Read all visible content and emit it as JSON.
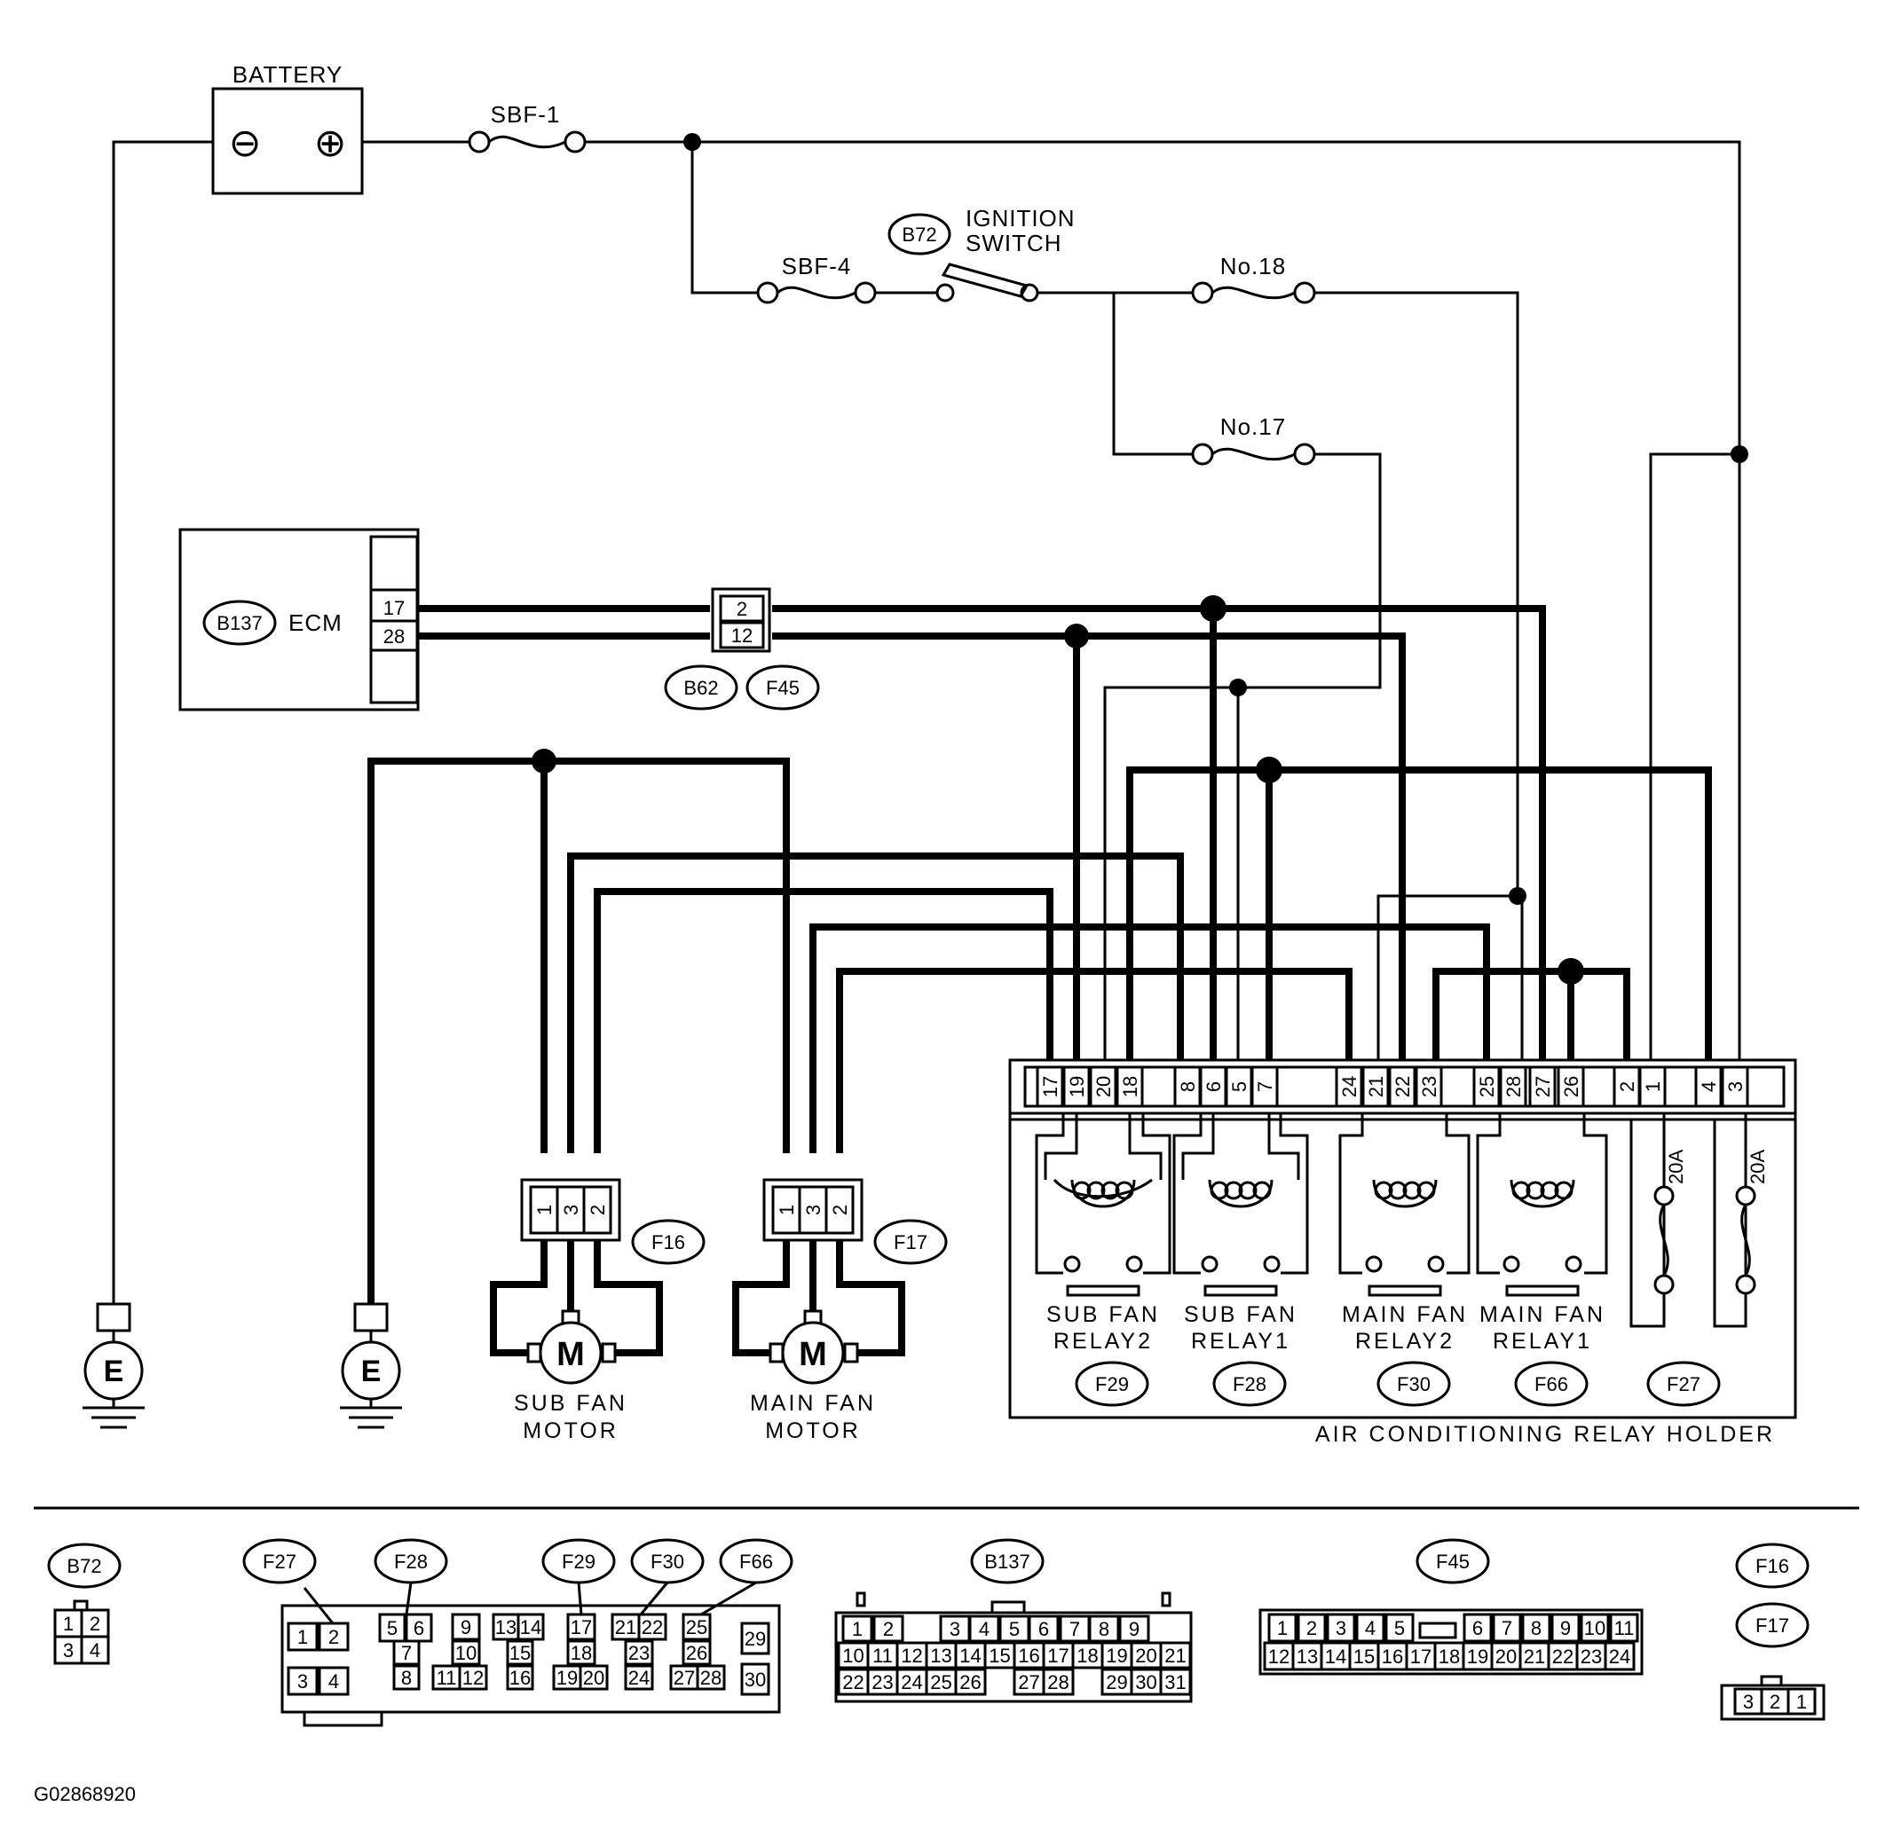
{
  "battery": {
    "label": "BATTERY",
    "neg": "⊖",
    "pos": "⊕"
  },
  "fuses": {
    "sbf1": "SBF-1",
    "sbf4": "SBF-4",
    "no18": "No.18",
    "no17": "No.17",
    "f20a_1": "20A",
    "f20a_2": "20A"
  },
  "ignition": {
    "conn": "B72",
    "line1": "IGNITION",
    "line2": "SWITCH"
  },
  "ecm": {
    "conn": "B137",
    "label": "ECM",
    "pins": [
      "17",
      "28"
    ]
  },
  "joint": {
    "pins": [
      "2",
      "12"
    ],
    "conns": [
      "B62",
      "F45"
    ]
  },
  "ground": {
    "label": "E"
  },
  "motors": [
    {
      "conn": "F16",
      "pins": [
        "1",
        "3",
        "2"
      ],
      "symbol": "M",
      "line1": "SUB  FAN",
      "line2": "MOTOR"
    },
    {
      "conn": "F17",
      "pins": [
        "1",
        "3",
        "2"
      ],
      "symbol": "M",
      "line1": "MAIN  FAN",
      "line2": "MOTOR"
    }
  ],
  "relay_holder": {
    "title": "AIR  CONDITIONING  RELAY  HOLDER",
    "pins": [
      "17",
      "19",
      "20",
      "18",
      "8",
      "6",
      "5",
      "7",
      "24",
      "21",
      "22",
      "23",
      "25",
      "28",
      "27",
      "26",
      "2",
      "1",
      "4",
      "3"
    ],
    "relays": [
      {
        "line1": "SUB  FAN",
        "line2": "RELAY2",
        "conn": "F29"
      },
      {
        "line1": "SUB  FAN",
        "line2": "RELAY1",
        "conn": "F28"
      },
      {
        "line1": "MAIN  FAN",
        "line2": "RELAY2",
        "conn": "F30"
      },
      {
        "line1": "MAIN  FAN",
        "line2": "RELAY1",
        "conn": "F66"
      }
    ],
    "fuse_conn": "F27"
  },
  "connector_views": {
    "b72": {
      "label": "B72",
      "pins": [
        "1",
        "2",
        "3",
        "4"
      ]
    },
    "relay_labels": [
      "F27",
      "F28",
      "F29",
      "F30",
      "F66"
    ],
    "relay_pins": [
      "1",
      "2",
      "3",
      "4",
      "5",
      "6",
      "7",
      "8",
      "9",
      "10",
      "11",
      "12",
      "13",
      "14",
      "15",
      "16",
      "17",
      "18",
      "19",
      "20",
      "21",
      "22",
      "23",
      "24",
      "25",
      "26",
      "27",
      "28",
      "29",
      "30"
    ],
    "b137": {
      "label": "B137",
      "pins": [
        "1",
        "2",
        "3",
        "4",
        "5",
        "6",
        "7",
        "8",
        "9",
        "10",
        "11",
        "12",
        "13",
        "14",
        "15",
        "16",
        "17",
        "18",
        "19",
        "20",
        "21",
        "22",
        "23",
        "24",
        "25",
        "26",
        "27",
        "28",
        "29",
        "30",
        "31"
      ]
    },
    "f45": {
      "label": "F45",
      "pins": [
        "1",
        "2",
        "3",
        "4",
        "5",
        "6",
        "7",
        "8",
        "9",
        "10",
        "11",
        "12",
        "13",
        "14",
        "15",
        "16",
        "17",
        "18",
        "19",
        "20",
        "21",
        "22",
        "23",
        "24"
      ]
    },
    "f16f17": {
      "labels": [
        "F16",
        "F17"
      ],
      "pins": [
        "3",
        "2",
        "1"
      ]
    }
  },
  "figure_id": "G02868920"
}
